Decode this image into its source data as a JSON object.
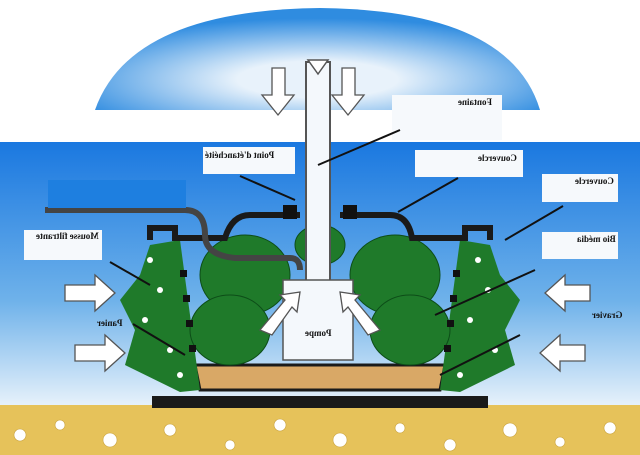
{
  "labels": {
    "fontaine": "Fontaine",
    "point_etancheite": "Point d'étanchéité",
    "couvercle_top": "Couvercle",
    "couvercle_right": "Couvercle",
    "bio_media": "Bio média",
    "gravier": "Gravier",
    "pompe": "Pompe",
    "mousse_filtrante": "Mousse filtrante",
    "panier": "Panier"
  },
  "colors": {
    "water": "#1e7fe0",
    "sky": "#2f8ce0",
    "plants": "#1f7a2a",
    "ground": "#e6c25a",
    "frame": "#1a1a1a"
  }
}
